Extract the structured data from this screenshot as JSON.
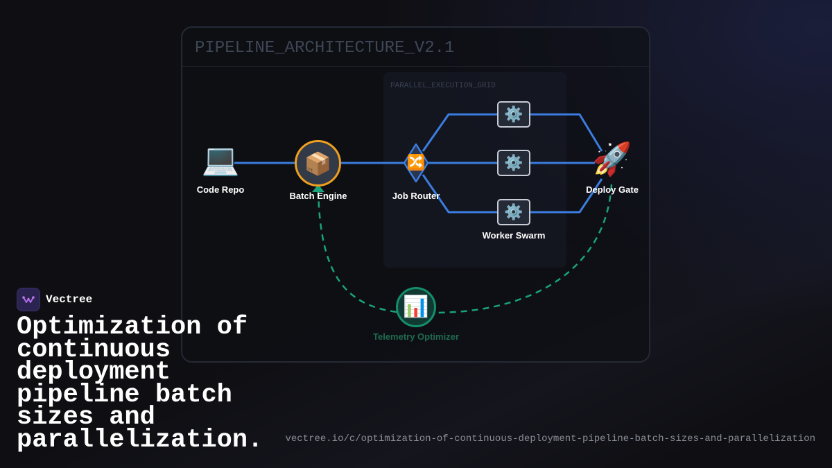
{
  "diagram": {
    "title": "PIPELINE_ARCHITECTURE_V2.1",
    "grid_label": "PARALLEL_EXECUTION_GRID",
    "nodes": {
      "code_repo": {
        "label": "Code Repo",
        "icon": "laptop-icon",
        "glyph": "💻"
      },
      "batch_engine": {
        "label": "Batch Engine",
        "icon": "package-icon",
        "glyph": "📦"
      },
      "job_router": {
        "label": "Job Router",
        "icon": "shuffle-icon",
        "glyph": "🔀"
      },
      "worker_swarm": {
        "label": "Worker Swarm",
        "icon": "gear-icon",
        "glyph": "⚙️"
      },
      "deploy_gate": {
        "label": "Deploy Gate",
        "icon": "rocket-icon",
        "glyph": "🚀"
      },
      "telemetry_optimizer": {
        "label": "Telemetry Optimizer",
        "icon": "bar-chart-icon",
        "glyph": "📊"
      }
    },
    "colors": {
      "flow_line": "#3b7de0",
      "feedback_line": "#1aa37a",
      "batch_ring": "#f0a020",
      "telemetry_ring": "#148f6a"
    }
  },
  "brand": {
    "name": "Vectree",
    "logo_icon": "vectree-logo-icon"
  },
  "headline": "Optimization of continuous deployment pipeline batch sizes and parallelization.",
  "url": "vectree.io/c/optimization-of-continuous-deployment-pipeline-batch-sizes-and-parallelization"
}
